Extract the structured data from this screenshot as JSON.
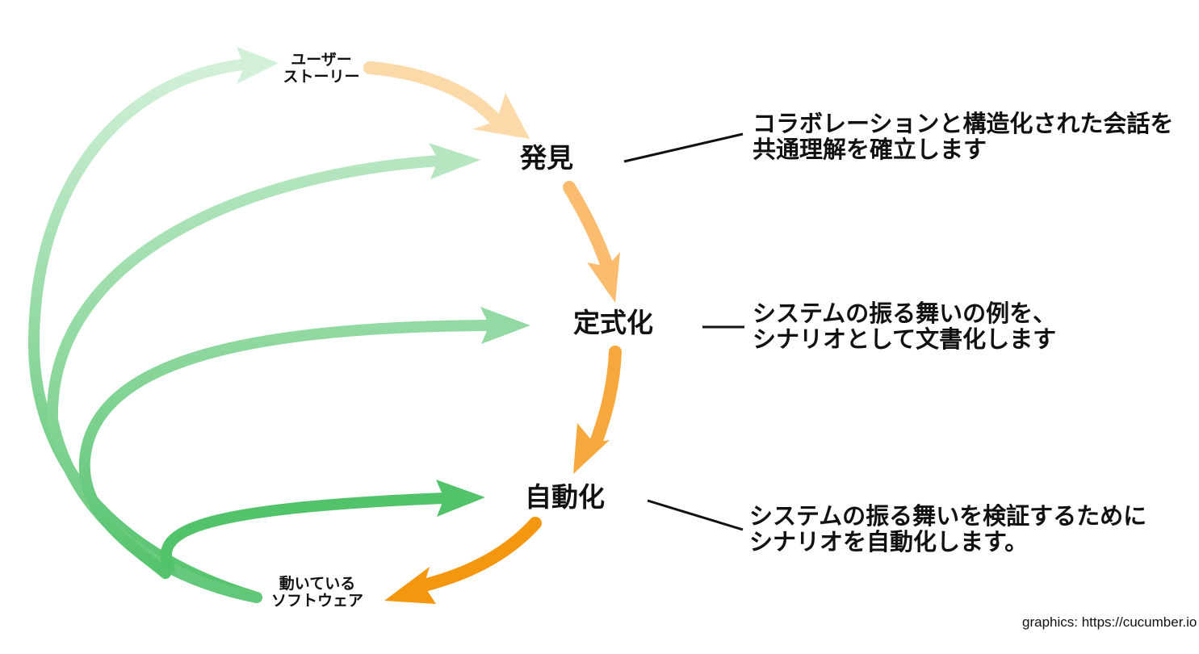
{
  "nodes": {
    "user_story": "ユーザー\nストーリー",
    "discovery": "発見",
    "formulation": "定式化",
    "automation": "自動化",
    "working_software": "動いている\nソフトウェア"
  },
  "descriptions": {
    "discovery": "コラボレーションと構造化された会話を\n共通理解を確立します",
    "formulation": "システムの振る舞いの例を、\nシナリオとして文書化します",
    "automation": "システムの振る舞いを検証するために\nシナリオを自動化します。"
  },
  "credit": "graphics: https://cucumber.io",
  "colors": {
    "orange_light": "#fcd9a8",
    "orange_mid": "#fbbc70",
    "orange_strong": "#f7a83c",
    "orange_deep": "#f5960f",
    "green_light": "#d2f0d8",
    "green_mid": "#8fd79f",
    "green_strong": "#52c26b",
    "connector_line": "#111111"
  }
}
